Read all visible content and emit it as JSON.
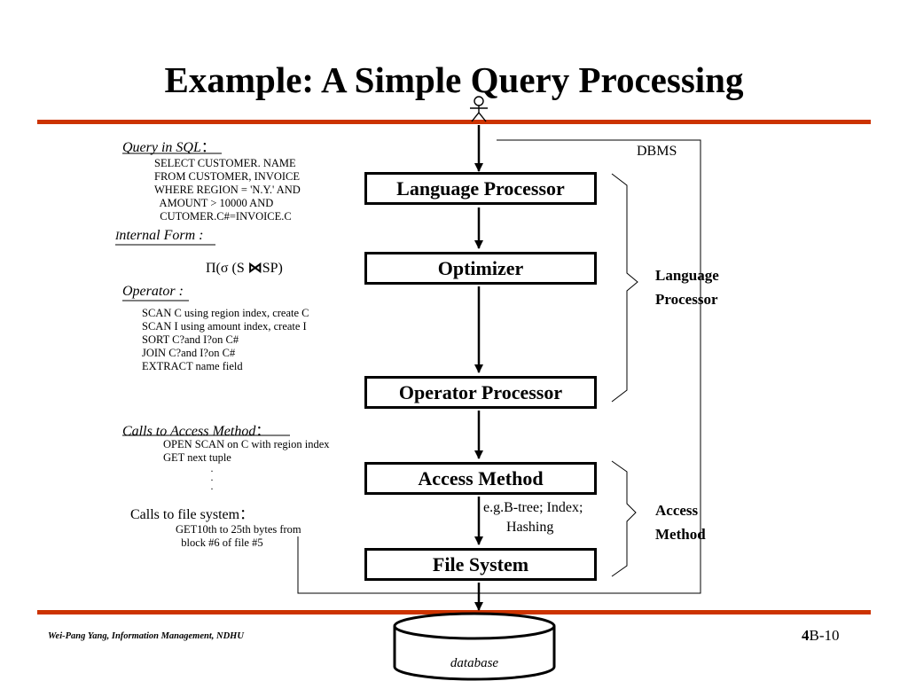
{
  "title": "Example: A Simple Query Processing",
  "dbms_label": "DBMS",
  "query": {
    "heading": "Query in SQL",
    "colon": "：",
    "lines": [
      "SELECT CUSTOMER. NAME",
      "FROM CUSTOMER, INVOICE",
      "WHERE REGION = 'N.Y.' AND",
      "  AMOUNT > 10000 AND",
      "  CUTOMER.C#=INVOICE.C"
    ]
  },
  "internal_form": {
    "heading_initial": "I",
    "heading_rest": "nternal Form",
    "colon": " :",
    "expr_left": "Π(σ (S",
    "join": "⋈",
    "expr_right": "SP)"
  },
  "operator": {
    "heading": "Operator",
    "colon": " :",
    "lines": [
      "SCAN C using region index, create C",
      "SCAN I using amount index, create I",
      "SORT C?and I?on C#",
      "JOIN C?and I?on C#",
      "EXTRACT name field"
    ]
  },
  "calls_access": {
    "heading": "Calls to Access Method",
    "colon": "：",
    "lines": [
      "OPEN SCAN on C with region index",
      "GET next tuple"
    ],
    "dots": [
      "·",
      "·",
      "·"
    ]
  },
  "calls_file": {
    "heading": "Calls to file system",
    "colon": "：",
    "lines": [
      "GET10th to 25th bytes from",
      "  block #6 of file #5"
    ]
  },
  "boxes": {
    "language_processor": "Language Processor",
    "optimizer": "Optimizer",
    "operator_processor": "Operator Processor",
    "access_method": "Access  Method",
    "file_system": "File  System"
  },
  "eg_note": [
    "e.g.B-tree; Index;",
    "Hashing"
  ],
  "brace_labels": {
    "language": [
      "Language",
      "Processor"
    ],
    "access": [
      "Access",
      "Method"
    ]
  },
  "database_label": "database",
  "footer": {
    "author": "Wei-Pang Yang, Information Management, NDHU",
    "page_bold": "4",
    "page_rest": "B-10"
  },
  "colors": {
    "rule": "#cc3300"
  }
}
